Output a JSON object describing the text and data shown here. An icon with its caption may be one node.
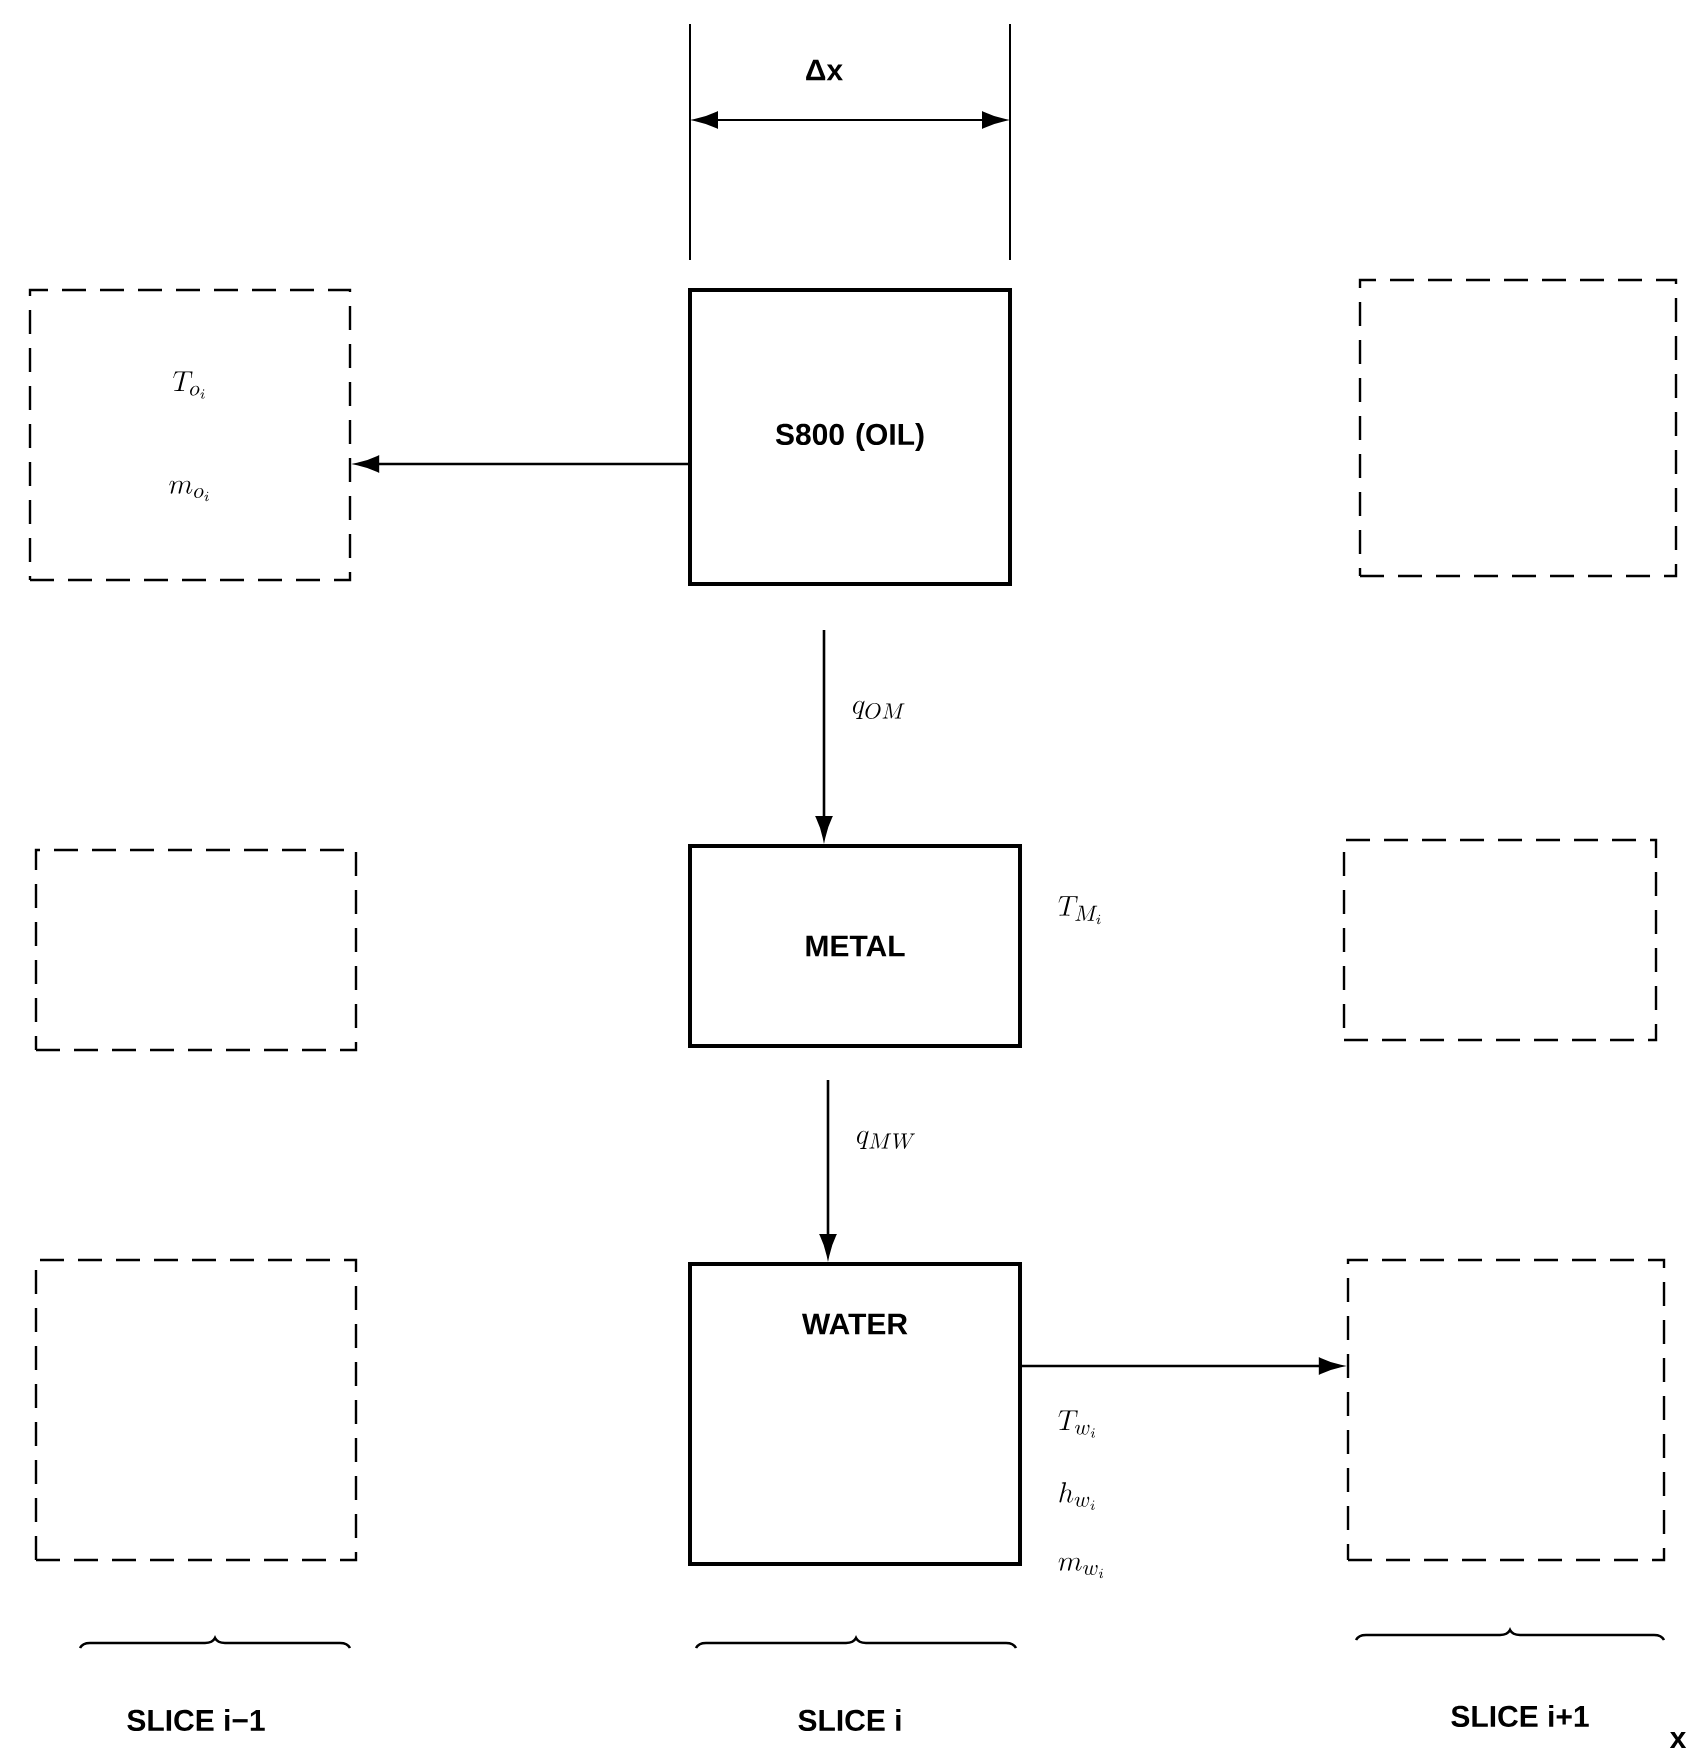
{
  "diagram": {
    "nodes": [
      {
        "text": [
          "T_{o_i}",
          "m_{o_i}"
        ]
      },
      {
        "text": [
          "S800 (OIL)"
        ]
      },
      {
        "text": [],
        "shape": "box"
      },
      {
        "text": [],
        "shape": "box"
      },
      {
        "text": [
          "METAL"
        ],
        "beside": [
          "T_{M_i}"
        ]
      },
      {
        "text": [],
        "shape": "box"
      },
      {
        "text": [],
        "shape": "box"
      },
      {
        "text": [
          "WATER"
        ],
        "beside": [
          "T_{w_i}",
          "h_{w_i}",
          "m_{w_i}"
        ]
      },
      {
        "text": [],
        "shape": "box"
      }
    ],
    "edges": [
      {
        "from": 1,
        "to": 0,
        "arrow": "to"
      },
      {
        "from": null,
        "to": 4,
        "arrow": "to",
        "label": "q_{OM}"
      },
      {
        "from": null,
        "to": 7,
        "arrow": "to",
        "label": "q_{MW}"
      },
      {
        "from": 7,
        "to": 8,
        "arrow": "to"
      }
    ],
    "labels": [
      "Δx",
      "SLICE i−1",
      "SLICE i",
      "SLICE i+1",
      "x"
    ]
  }
}
